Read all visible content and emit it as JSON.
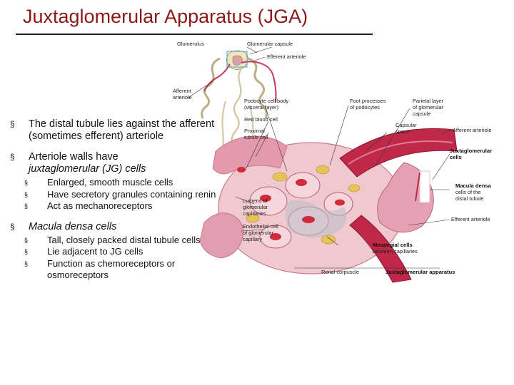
{
  "title": "Juxtaglomerular Apparatus (JGA)",
  "bullets": [
    {
      "marker": "§",
      "text": "The distal tubule lies against the afferent (sometimes efferent) arteriole",
      "subitems": []
    },
    {
      "marker": "§",
      "text": "Arteriole walls have",
      "emphasis": "juxtaglomerular (JG) cells",
      "subitems": [
        "Enlarged, smooth muscle cells",
        "Have secretory granules containing renin",
        "Act as mechanoreceptors"
      ]
    },
    {
      "marker": "§",
      "text": "",
      "emphasis": "Macula densa cells",
      "subitems": [
        "Tall, closely packed distal tubule cells",
        "Lie adjacent to JG cells",
        "Function as chemoreceptors or osmoreceptors"
      ]
    }
  ],
  "sub_marker": "§",
  "figure": {
    "labels": {
      "glomerulus": "Glomerulus",
      "glomerular_capsule": "Glomerular capsule",
      "efferent_arteriole_top": "Efferent arteriole",
      "afferent_arteriole_top_1": "Afferent",
      "afferent_arteriole_top_2": "arteriole",
      "podocyte_1": "Podocyte cell body",
      "podocyte_2": "(visceral layer)",
      "foot_1": "Foot processes",
      "foot_2": "of podocytes",
      "parietal_1": "Parietal layer",
      "parietal_2": "of glomerular",
      "parietal_3": "capsule",
      "red_blood_cell": "Red blood cell",
      "proximal_1": "Proximal",
      "proximal_2": "tubule cell",
      "capsular_1": "Capsular",
      "capsular_2": "space",
      "afferent_arteriole": "Afferent arteriole",
      "jg_cells_1": "Juxtaglomerular",
      "jg_cells_2": "cells",
      "macula_1": "Macula densa",
      "macula_2": "cells of the",
      "macula_3": "distal tubule",
      "lumens_1": "Lumens of",
      "lumens_2": "glomerular",
      "lumens_3": "capillaries",
      "endothelial_1": "Endothelial cell",
      "endothelial_2": "of glomerular",
      "endothelial_3": "capillary",
      "efferent_arteriole": "Efferent arteriole",
      "mesangial_1": "Mesangial cells",
      "mesangial_2": "between capillaries",
      "renal_corpuscle": "Renal corpuscle",
      "jga": "Juxtaglomerular apparatus"
    },
    "colors": {
      "tissue_pink": "#e9a6b2",
      "tissue_light": "#f4d3d8",
      "arteriole_red": "#c0284a",
      "rbc_red": "#cf2b3a",
      "podocyte_yellow": "#e8c25a",
      "mesangial_gray": "#b9bcc6"
    }
  }
}
